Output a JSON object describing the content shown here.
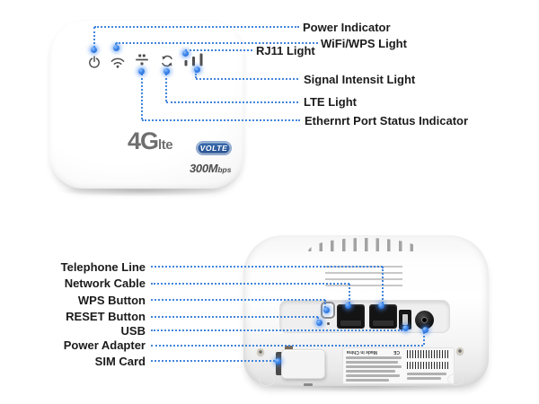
{
  "front_panel": {
    "device": {
      "logo_main": "4G",
      "logo_sub": "lte",
      "badge": "VOLTE",
      "speed_value": "300M",
      "speed_unit": "bps",
      "icons": [
        "power-icon",
        "wifi-icon",
        "ethernet-icon",
        "lte-refresh-icon",
        "signal-bars-icon"
      ]
    },
    "callouts": [
      "Power Indicator",
      "WiFi/WPS Light",
      "RJ11 Light",
      "Signal Intensit Light",
      "LTE Light",
      "Ethernrt Port Status Indicator"
    ]
  },
  "back_panel": {
    "callouts": [
      "Telephone Line",
      "Network Cable",
      "WPS Button",
      "RESET Button",
      "USB",
      "Power Adapter",
      "SIM Card"
    ],
    "sticker": {
      "origin": "Made in China",
      "ce_mark": "CE"
    }
  },
  "colors": {
    "callout_line": "#4285dd",
    "callout_dot": "#1a5fd0",
    "label_text": "#1b1b1b",
    "badge_bg": "#27508f",
    "logo_gray": "#6f6f6f",
    "speed_gray": "#4c4c4c"
  }
}
